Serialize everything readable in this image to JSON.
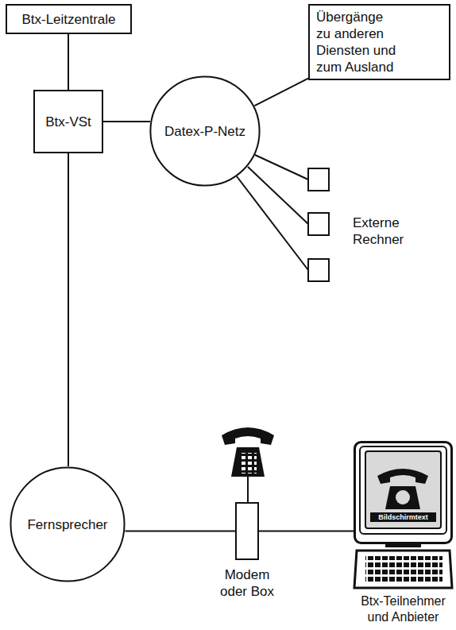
{
  "diagram": {
    "nodes": [
      {
        "text": [
          "Btx-Leitzentrale"
        ]
      },
      {
        "text": [
          "Übergänge zu anderen Diensten und zum Ausland"
        ]
      },
      {
        "text": [
          "Btx-VSt"
        ]
      },
      {
        "text": [
          "Datex-P-Netz"
        ]
      },
      {
        "text": [
          "Fernsprecher"
        ]
      },
      {
        "text": [
          "Modem oder Box"
        ]
      },
      {
        "text": [
          "Bildschirmtext",
          "Btx-Teilnehmer und Anbieter"
        ]
      }
    ],
    "edges": [
      {
        "from": 0,
        "to": 2,
        "arrow": "none"
      },
      {
        "from": 2,
        "to": 3,
        "arrow": "none"
      },
      {
        "from": 3,
        "to": 1,
        "arrow": "none"
      },
      {
        "from": 2,
        "to": 4,
        "arrow": "none"
      },
      {
        "from": 4,
        "to": 5,
        "arrow": "none"
      },
      {
        "from": 5,
        "to": 6,
        "arrow": "none"
      }
    ],
    "labels": [
      "Externe Rechner"
    ]
  }
}
